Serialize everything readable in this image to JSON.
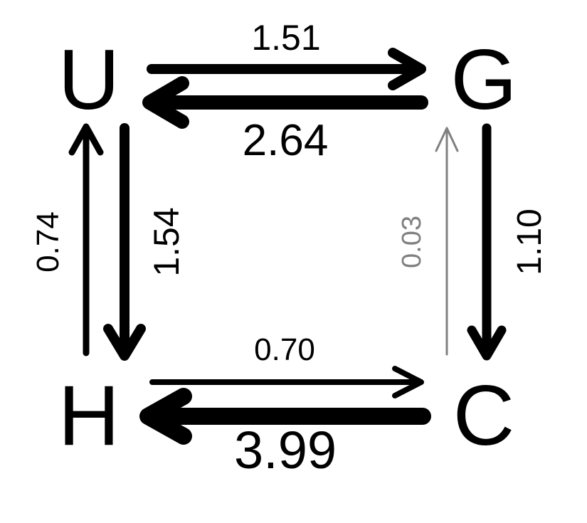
{
  "nodes": {
    "U": "U",
    "G": "G",
    "H": "H",
    "C": "C"
  },
  "edges": {
    "u_to_g": {
      "value": "1.51",
      "color": "#000000"
    },
    "g_to_u": {
      "value": "2.64",
      "color": "#000000"
    },
    "u_to_h": {
      "value": "1.54",
      "color": "#000000"
    },
    "h_to_u": {
      "value": "0.74",
      "color": "#000000"
    },
    "g_to_c": {
      "value": "1.10",
      "color": "#000000"
    },
    "c_to_g": {
      "value": "0.03",
      "color": "#808080"
    },
    "h_to_c": {
      "value": "0.70",
      "color": "#000000"
    },
    "c_to_h": {
      "value": "3.99",
      "color": "#000000"
    }
  }
}
